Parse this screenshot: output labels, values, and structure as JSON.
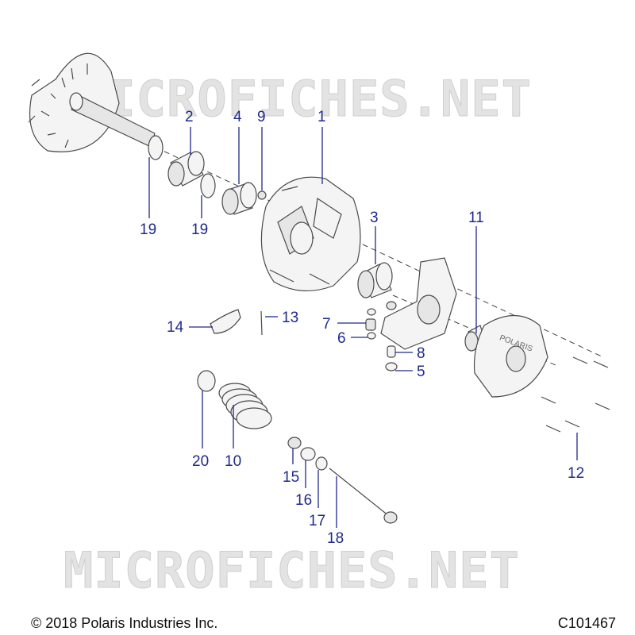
{
  "watermark": {
    "top_text": "MICROFICHES.NET",
    "bottom_text": "MICROFICHES.NET"
  },
  "callouts": [
    {
      "id": "c1",
      "text": "1"
    },
    {
      "id": "c2",
      "text": "2"
    },
    {
      "id": "c3",
      "text": "3"
    },
    {
      "id": "c4",
      "text": "4"
    },
    {
      "id": "c5",
      "text": "5"
    },
    {
      "id": "c6",
      "text": "6"
    },
    {
      "id": "c7",
      "text": "7"
    },
    {
      "id": "c8",
      "text": "8"
    },
    {
      "id": "c9",
      "text": "9"
    },
    {
      "id": "c10",
      "text": "10"
    },
    {
      "id": "c11",
      "text": "11"
    },
    {
      "id": "c12",
      "text": "12"
    },
    {
      "id": "c13",
      "text": "13"
    },
    {
      "id": "c14",
      "text": "14"
    },
    {
      "id": "c15",
      "text": "15"
    },
    {
      "id": "c16",
      "text": "16"
    },
    {
      "id": "c17",
      "text": "17"
    },
    {
      "id": "c18",
      "text": "18"
    },
    {
      "id": "c19a",
      "text": "19"
    },
    {
      "id": "c19b",
      "text": "19"
    },
    {
      "id": "c20",
      "text": "20"
    }
  ],
  "cover_logo_text": "POLARIS",
  "footer": {
    "copyright": "© 2018 Polaris Industries Inc.",
    "drawing_code": "C101467"
  },
  "colors": {
    "callout": "#1f2a8a",
    "line_art": "#4a4a4a",
    "watermark": "#e3e3e3"
  }
}
